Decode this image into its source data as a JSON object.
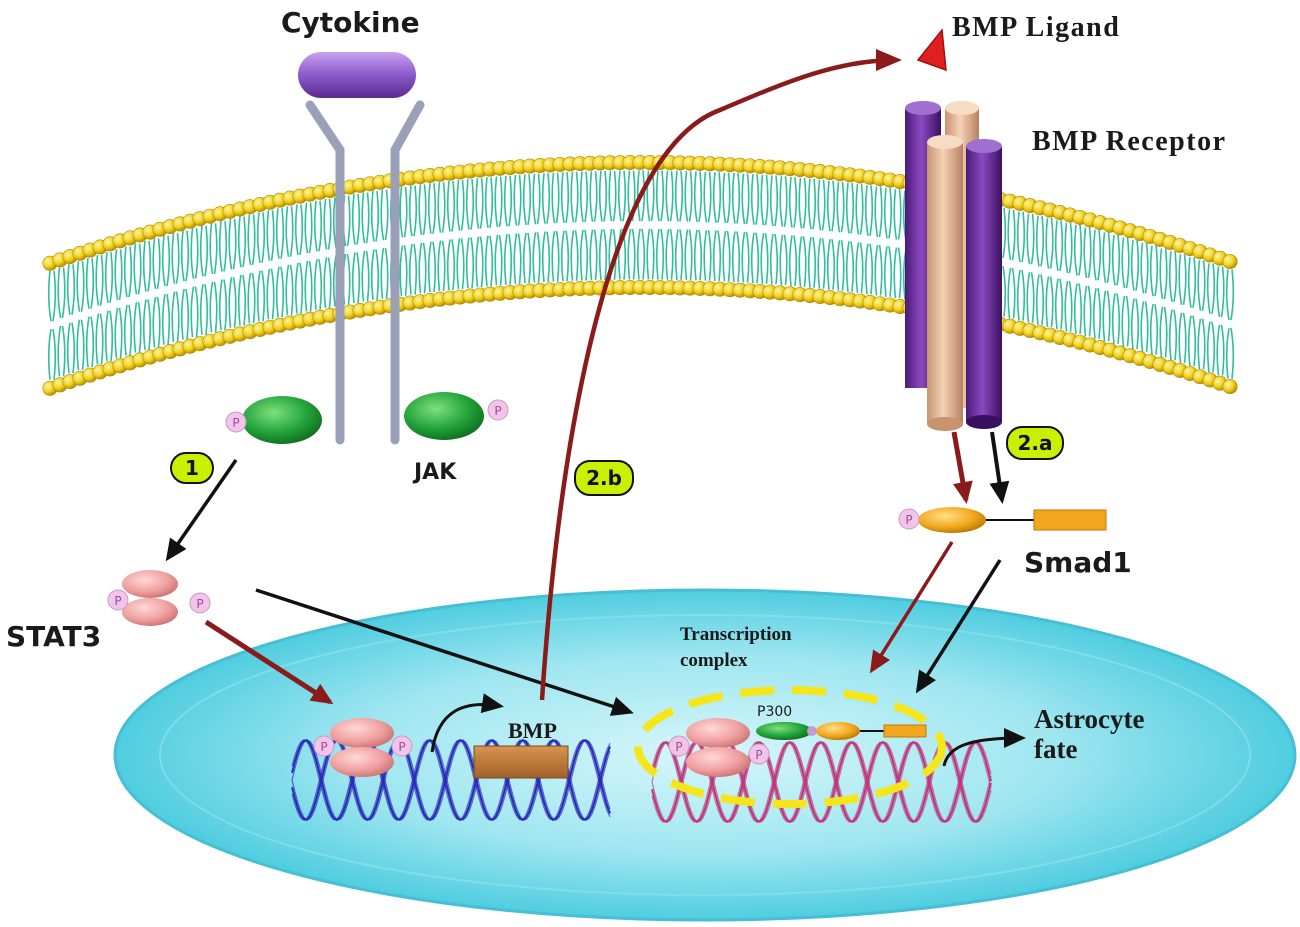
{
  "labels": {
    "cytokine": "Cytokine",
    "bmp_ligand": "BMP Ligand",
    "bmp_receptor": "BMP Receptor",
    "jak": "JAK",
    "stat3": "STAT3",
    "smad1": "Smad1",
    "transcription_complex_line1": "Transcription",
    "transcription_complex_line2": "complex",
    "bmp_gene": "BMP",
    "p300": "P300",
    "astrocyte_line1": "Astrocyte",
    "astrocyte_line2": "fate",
    "phospho": "P"
  },
  "steps": {
    "step1": "1",
    "step2a": "2.a",
    "step2b": "2.b"
  },
  "colors": {
    "membrane_head": "#f2d020",
    "membrane_tail": "#2fbf9a",
    "nucleus": "#6fd6e6",
    "receptor_purple": "#6a2a9a",
    "receptor_tan": "#e2b892",
    "jak_green": "#22a23a",
    "stat3_pink": "#f0a0a0",
    "smad_orange": "#f2a81e",
    "arrow_red": "#8b1a1a",
    "arrow_black": "#111111",
    "badge": "#c9f000",
    "dna_blue": "#2a2ab8",
    "dna_magenta": "#c0357a",
    "complex_outline": "#f5e61a"
  }
}
